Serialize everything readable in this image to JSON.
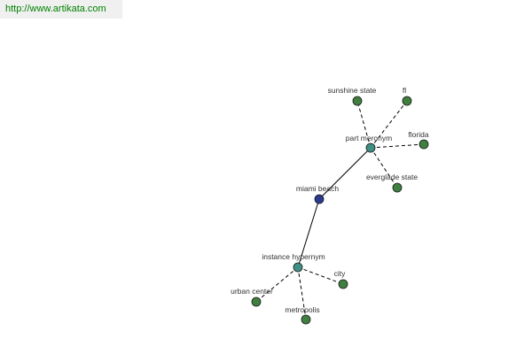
{
  "site_url": "http://www.artikata.com",
  "colors": {
    "center": "#2a3a8c",
    "relation": "#3f8f84",
    "leaf": "#3f7f3f",
    "link_text": "#008000"
  },
  "nodes": {
    "center": "miami beach",
    "part_meronym": "part meronym",
    "instance_hypernym": "instance hypernym",
    "sunshine_state": "sunshine state",
    "fl": "fl",
    "florida": "florida",
    "everglade_state": "everglade state",
    "city": "city",
    "urban_center": "urban center",
    "metropolis": "metropolis"
  }
}
